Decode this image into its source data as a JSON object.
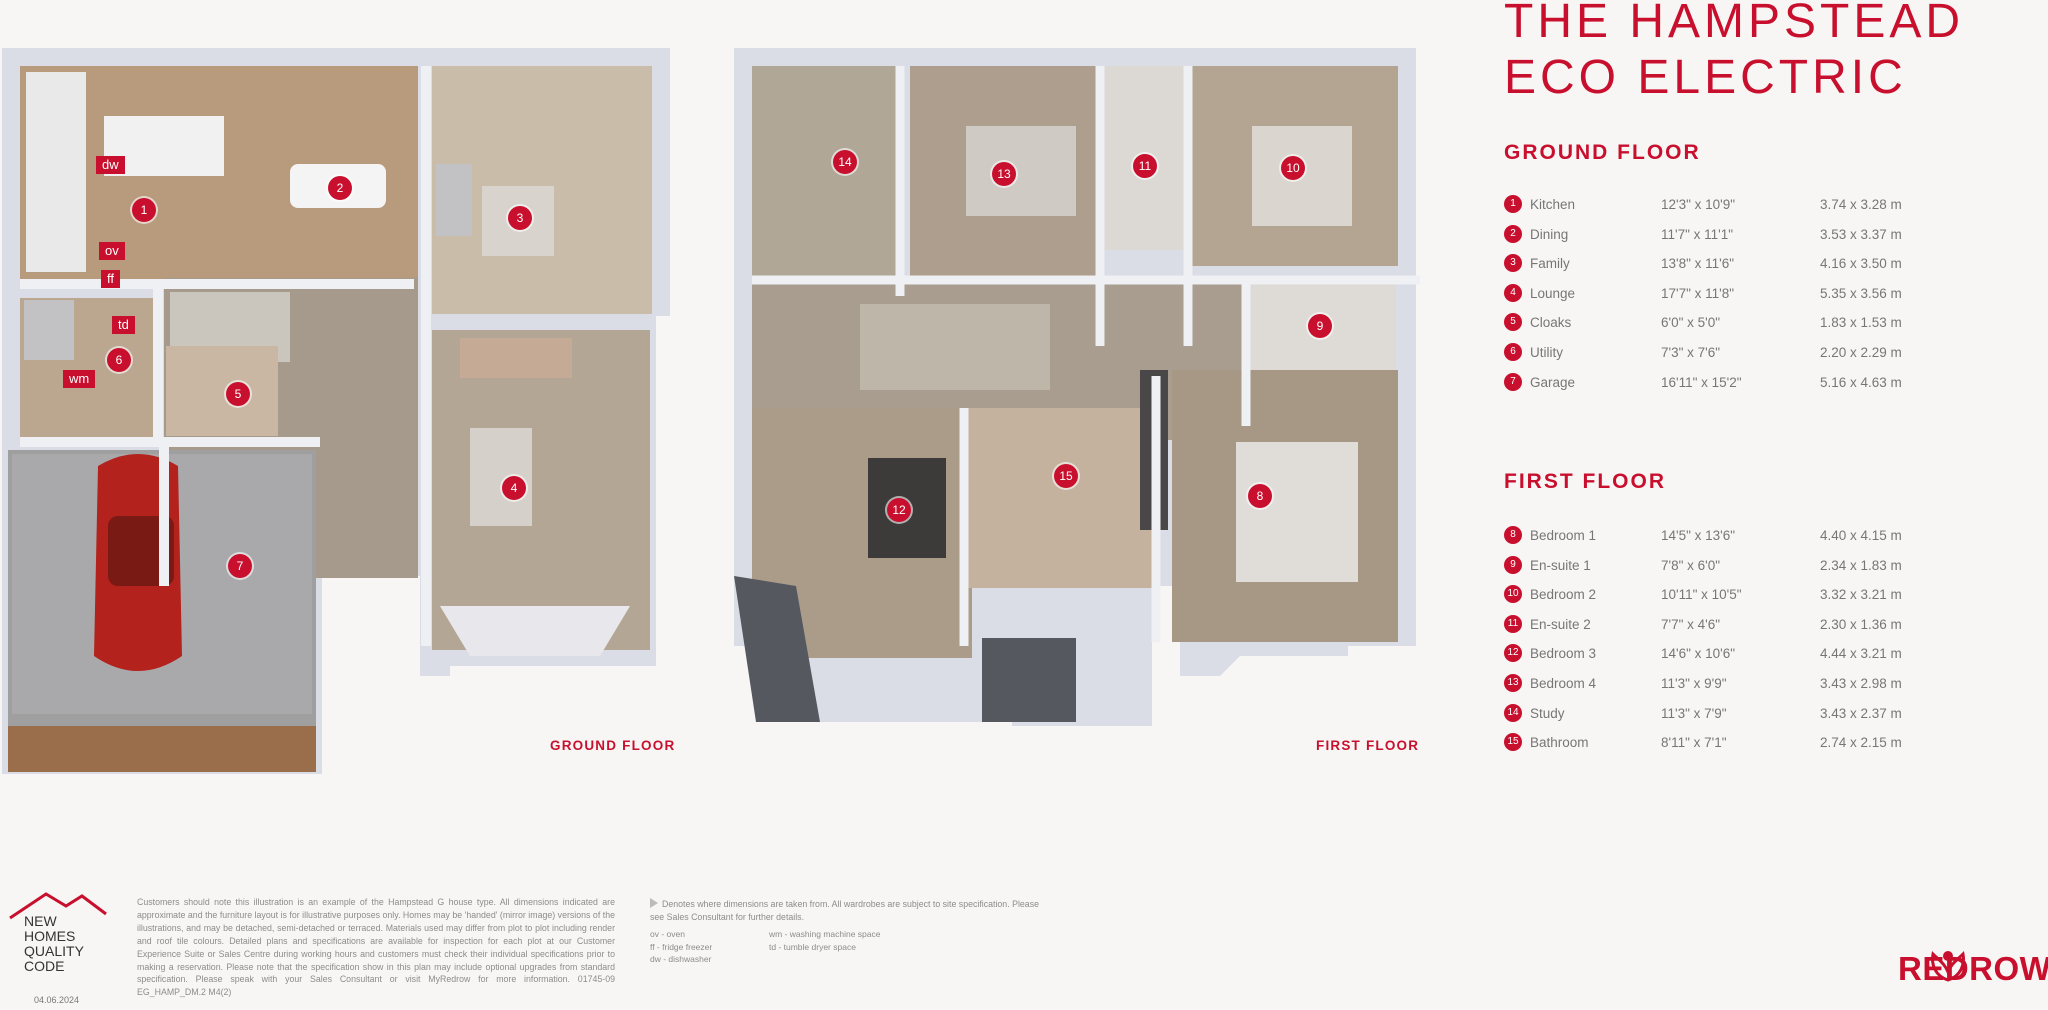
{
  "title": {
    "line1": "THE HAMPSTEAD",
    "line2": "ECO ELECTRIC"
  },
  "ground_floor": {
    "heading": "GROUND FLOOR",
    "plan_label": "GROUND FLOOR",
    "rooms": [
      {
        "num": "1",
        "name": "Kitchen",
        "imperial": "12'3\" x 10'9\"",
        "metric": "3.74 x 3.28 m"
      },
      {
        "num": "2",
        "name": "Dining",
        "imperial": "11'7\" x 11'1\"",
        "metric": "3.53 x 3.37 m"
      },
      {
        "num": "3",
        "name": "Family",
        "imperial": "13'8\" x 11'6\"",
        "metric": "4.16 x 3.50 m"
      },
      {
        "num": "4",
        "name": "Lounge",
        "imperial": "17'7\" x 11'8\"",
        "metric": "5.35 x 3.56 m"
      },
      {
        "num": "5",
        "name": "Cloaks",
        "imperial": "6'0\" x 5'0\"",
        "metric": "1.83 x 1.53 m"
      },
      {
        "num": "6",
        "name": "Utility",
        "imperial": "7'3\" x 7'6\"",
        "metric": "2.20 x 2.29 m"
      },
      {
        "num": "7",
        "name": "Garage",
        "imperial": "16'11\" x 15'2\"",
        "metric": "5.16 x 4.63 m"
      }
    ],
    "appliance_tags": [
      "dw",
      "ov",
      "ff",
      "td",
      "wm"
    ]
  },
  "first_floor": {
    "heading": "FIRST FLOOR",
    "plan_label": "FIRST FLOOR",
    "rooms": [
      {
        "num": "8",
        "name": "Bedroom 1",
        "imperial": "14'5\" x 13'6\"",
        "metric": "4.40 x 4.15 m"
      },
      {
        "num": "9",
        "name": "En-suite 1",
        "imperial": "7'8\" x 6'0\"",
        "metric": "2.34 x 1.83 m"
      },
      {
        "num": "10",
        "name": "Bedroom 2",
        "imperial": "10'11\" x 10'5\"",
        "metric": "3.32 x 3.21 m"
      },
      {
        "num": "11",
        "name": "En-suite 2",
        "imperial": "7'7\" x 4'6\"",
        "metric": "2.30 x 1.36 m"
      },
      {
        "num": "12",
        "name": "Bedroom 3",
        "imperial": "14'6\" x 10'6\"",
        "metric": "4.44 x 3.21 m"
      },
      {
        "num": "13",
        "name": "Bedroom 4",
        "imperial": "11'3\" x 9'9\"",
        "metric": "3.43 x 2.98 m"
      },
      {
        "num": "14",
        "name": "Study",
        "imperial": "11'3\" x 7'9\"",
        "metric": "3.43 x 2.37 m"
      },
      {
        "num": "15",
        "name": "Bathroom",
        "imperial": "8'11\" x 7'1\"",
        "metric": "2.74 x 2.15 m"
      }
    ]
  },
  "footer": {
    "logo_lines": [
      "NEW",
      "HOMES",
      "QUALITY",
      "CODE"
    ],
    "date": "04.06.2024",
    "disclaimer": "Customers should note this illustration is an example of the Hampstead G house type. All dimensions indicated are approximate and the furniture layout is for illustrative purposes only. Homes may be 'handed' (mirror image) versions of the illustrations, and may be detached, semi-detached or terraced. Materials used may differ from plot to plot including render and roof tile colours. Detailed plans and specifications are available for inspection for each plot at our Customer Experience Suite or Sales Centre during working hours and customers must check their individual specifications prior to making a reservation. Please note that the specification show in this plan may include optional upgrades from standard specification. Please speak with your Sales Consultant or visit MyRedrow for more information. 01745-09 EG_HAMP_DM.2 M4(2)",
    "dimension_note": "Denotes where dimensions are taken from. All wardrobes are subject to site specification. Please see Sales Consultant for further details.",
    "abbreviations_left": [
      "ov - oven",
      "ff - fridge freezer",
      "dw - dishwasher"
    ],
    "abbreviations_right": [
      "wm - washing machine space",
      "td - tumble dryer space"
    ],
    "brand": "REDROW",
    "brand_color": "#c8102e"
  }
}
